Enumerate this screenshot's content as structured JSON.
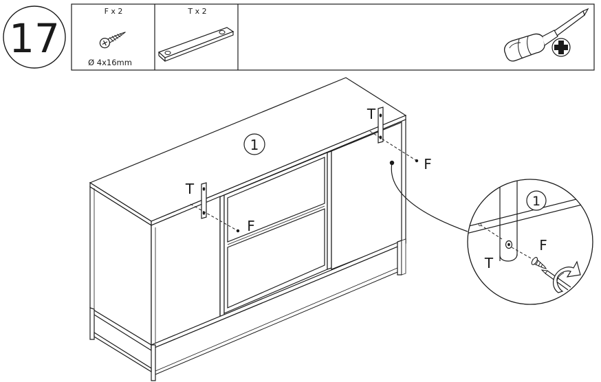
{
  "step": {
    "number": "17"
  },
  "parts": [
    {
      "name": "F",
      "qty_label": "F x 2",
      "spec": "Ø 4x16mm",
      "icon": "screw-icon"
    },
    {
      "name": "T",
      "qty_label": "T x 2",
      "spec": "",
      "icon": "strap-bracket-icon"
    }
  ],
  "tool": {
    "icon": "phillips-screwdriver-icon"
  },
  "main_figure": {
    "part_ref": "1",
    "left_strap_label": "T",
    "left_screw_label": "F",
    "right_strap_label": "T",
    "right_screw_label": "F"
  },
  "detail_view": {
    "part_ref": "1",
    "strap_label": "T",
    "screw_label": "F",
    "action_icon": "clockwise-rotate-arrow-icon"
  },
  "colors": {
    "line": "#1a1a1a",
    "background": "#ffffff"
  }
}
